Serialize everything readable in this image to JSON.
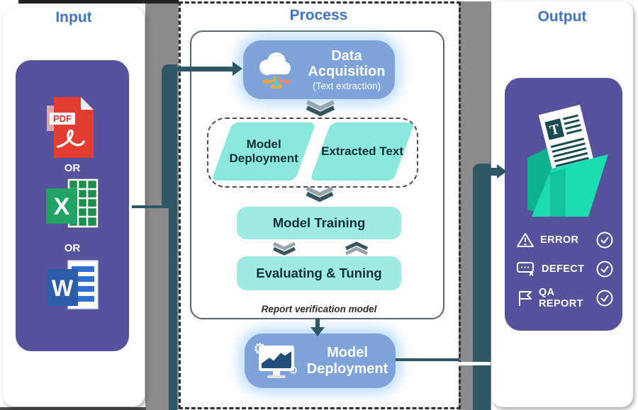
{
  "colors": {
    "title_blue": "#4173c4",
    "process_block_blue": "#7da3da",
    "mint": "#8ae8dc",
    "purple": "#55539b",
    "connector_teal": "#2d5765",
    "gray_band": "#8b8b8b"
  },
  "icons": {
    "gear": "⚙"
  },
  "input": {
    "title": "Input",
    "or_labels": [
      "OR",
      "OR"
    ],
    "files": {
      "pdf": {
        "label": "PDF"
      },
      "excel": {
        "letter": "X"
      },
      "word": {
        "letter": "W"
      }
    }
  },
  "process": {
    "title": "Process",
    "data_acquisition": {
      "title": "Data Acquisition",
      "subtitle": "(Text extraction)"
    },
    "stages": [
      {
        "label": "Model Deployment"
      },
      {
        "label": "Extracted Text"
      }
    ],
    "model_training": {
      "label": "Model Training"
    },
    "evaluating_tuning": {
      "label": "Evaluating & Tuning"
    },
    "report_note": "Report verification model",
    "model_deployment": {
      "title": "Model Deployment"
    }
  },
  "output": {
    "title": "Output",
    "document_letter": "T",
    "checklist": [
      {
        "label": "ERROR"
      },
      {
        "label": "DEFECT"
      },
      {
        "label": "QA REPORT"
      }
    ]
  }
}
